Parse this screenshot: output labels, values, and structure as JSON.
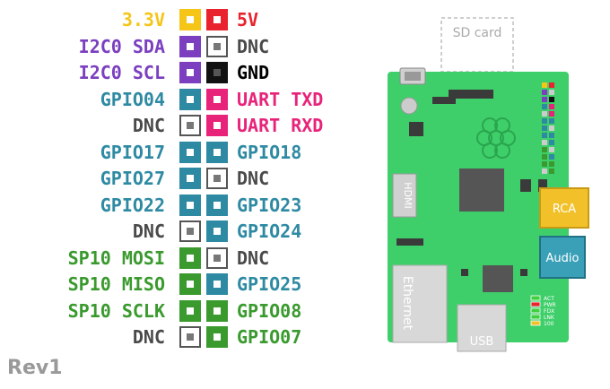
{
  "colors": {
    "3v3": "#f5c518",
    "5v": "#e8232e",
    "i2c": "#7b3fbf",
    "dnc": "#4a4a4a",
    "gnd": "#000000",
    "gpio": "#2e8aa3",
    "uart": "#e8237a",
    "spi": "#3a9a2e",
    "board": "#3fcf6a",
    "rca": "#f2c12a",
    "audio": "#3aa0b8",
    "rev": "#999999"
  },
  "pins": [
    {
      "left": {
        "label": "3.3V",
        "type": "3v3"
      },
      "right": {
        "label": "5V",
        "type": "5v"
      }
    },
    {
      "left": {
        "label": "I2C0 SDA",
        "type": "i2c"
      },
      "right": {
        "label": "DNC",
        "type": "dnc"
      }
    },
    {
      "left": {
        "label": "I2C0 SCL",
        "type": "i2c"
      },
      "right": {
        "label": "GND",
        "type": "gnd"
      }
    },
    {
      "left": {
        "label": "GPIO04",
        "type": "gpio"
      },
      "right": {
        "label": "UART TXD",
        "type": "uart"
      }
    },
    {
      "left": {
        "label": "DNC",
        "type": "dnc"
      },
      "right": {
        "label": "UART RXD",
        "type": "uart"
      }
    },
    {
      "left": {
        "label": "GPIO17",
        "type": "gpio"
      },
      "right": {
        "label": "GPIO18",
        "type": "gpio"
      }
    },
    {
      "left": {
        "label": "GPIO27",
        "type": "gpio"
      },
      "right": {
        "label": "DNC",
        "type": "dnc"
      }
    },
    {
      "left": {
        "label": "GPIO22",
        "type": "gpio"
      },
      "right": {
        "label": "GPIO23",
        "type": "gpio"
      }
    },
    {
      "left": {
        "label": "DNC",
        "type": "dnc"
      },
      "right": {
        "label": "GPIO24",
        "type": "gpio"
      }
    },
    {
      "left": {
        "label": "SP10 MOSI",
        "type": "spi"
      },
      "right": {
        "label": "DNC",
        "type": "dnc"
      }
    },
    {
      "left": {
        "label": "SP10 MISO",
        "type": "spi"
      },
      "right": {
        "label": "GPIO25",
        "type": "gpio"
      }
    },
    {
      "left": {
        "label": "SP10 SCLK",
        "type": "spi"
      },
      "right": {
        "label": "GPIO08",
        "type": "spi"
      }
    },
    {
      "left": {
        "label": "DNC",
        "type": "dnc"
      },
      "right": {
        "label": "GPIO07",
        "type": "spi"
      }
    }
  ],
  "revision": "Rev1",
  "board": {
    "sd_card": "SD card",
    "hdmi": "HDMI",
    "rca": "RCA",
    "audio": "Audio",
    "ethernet": "Ethernet",
    "usb": "USB",
    "leds": [
      "ACT",
      "PWR",
      "FDX",
      "LNK",
      "100"
    ]
  }
}
